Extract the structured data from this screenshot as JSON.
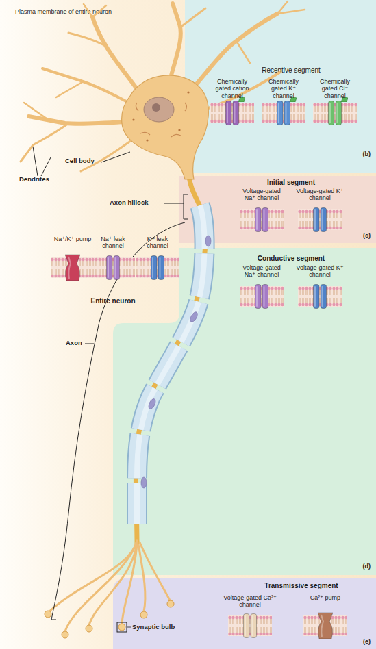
{
  "diagram": {
    "nodes": [
      {
        "text": [
          "Plasma membrane of entire neuron"
        ]
      },
      {
        "text": [
          "Receptive segment",
          "(b)"
        ]
      },
      {
        "text": [
          "Initial segment",
          "(c)"
        ]
      },
      {
        "text": [
          "Conductive segment",
          "(d)"
        ]
      },
      {
        "text": [
          "Transmissive segment",
          "(e)"
        ]
      }
    ],
    "labels": [
      "Cell body",
      "Dendrites",
      "Axon hillock",
      "Chemically gated cation channel",
      "Chemically gated K⁺ channel",
      "Chemically gated Cl⁻ channel",
      "Voltage-gated Na⁺ channel",
      "Voltage-gated K⁺ channel",
      "Na⁺/K⁺ pump",
      "Na⁺ leak channel",
      "K+ leak channel",
      "Entire neuron",
      "Voltage-gated Na⁺ channel",
      "Voltage-gated K⁺ channel",
      "Axon",
      "Voltage-gated Ca²⁺ channel",
      "Ca²⁺ pump",
      "Synaptic bulb"
    ]
  }
}
